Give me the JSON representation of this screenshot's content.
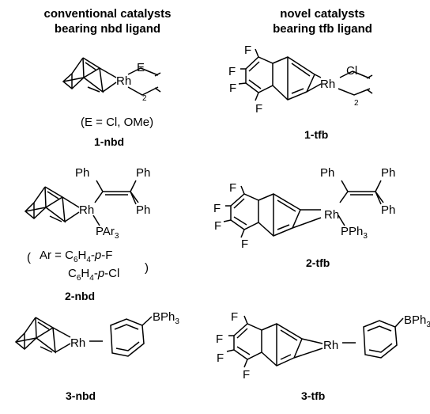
{
  "headers": {
    "left": [
      "conventional catalysts",
      "bearing nbd ligand"
    ],
    "right": [
      "novel catalysts",
      "bearing tfb ligand"
    ]
  },
  "compounds": [
    {
      "id": "1-nbd",
      "note": "(E = Cl, OMe)",
      "metal": "Rh",
      "bridge_atom": "E",
      "subscript": "2"
    },
    {
      "id": "1-tfb",
      "metal": "Rh",
      "bridge_atom": "Cl",
      "subscript": "2",
      "ring_atoms": [
        "F",
        "F",
        "F",
        "F"
      ]
    },
    {
      "id": "2-nbd",
      "metal": "Rh",
      "phenyls": [
        "Ph",
        "Ph",
        "Ph"
      ],
      "ligand": "PAr3",
      "ar_line1": "Ar = C6H4-p-F",
      "ar_line2": "C6H4-p-Cl"
    },
    {
      "id": "2-tfb",
      "metal": "Rh",
      "phenyls": [
        "Ph",
        "Ph",
        "Ph"
      ],
      "ligand": "PPh3",
      "ring_atoms": [
        "F",
        "F",
        "F",
        "F"
      ]
    },
    {
      "id": "3-nbd",
      "metal": "Rh",
      "borate": "BPh3"
    },
    {
      "id": "3-tfb",
      "metal": "Rh",
      "borate": "BPh3",
      "ring_atoms": [
        "F",
        "F",
        "F",
        "F"
      ]
    }
  ]
}
